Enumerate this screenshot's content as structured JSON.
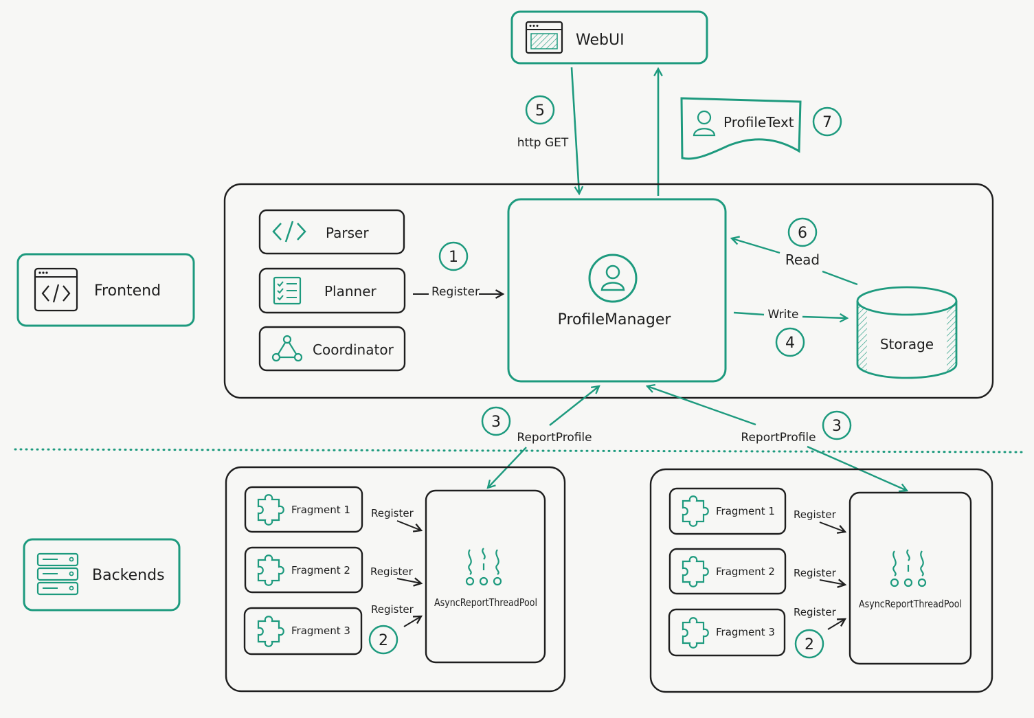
{
  "colors": {
    "accent": "#1d9a7e",
    "ink": "#1e1e1e",
    "paper": "#f7f7f5"
  },
  "webui": {
    "label": "WebUI",
    "icon": "browser-window-icon"
  },
  "profiletext": {
    "label": "ProfileText",
    "icon": "user-icon"
  },
  "frontend": {
    "label": "Frontend",
    "icon": "code-window-icon"
  },
  "backends": {
    "label": "Backends",
    "icon": "server-stack-icon"
  },
  "frontend_components": [
    {
      "label": "Parser",
      "icon": "code-brackets-icon"
    },
    {
      "label": "Planner",
      "icon": "checklist-icon"
    },
    {
      "label": "Coordinator",
      "icon": "network-triangle-icon"
    }
  ],
  "profilemanager": {
    "label": "ProfileManager",
    "icon": "user-icon"
  },
  "storage": {
    "label": "Storage",
    "icon": "database-cylinder-icon"
  },
  "steps": {
    "s1": "1",
    "s2a": "2",
    "s2b": "2",
    "s3a": "3",
    "s3b": "3",
    "s4": "4",
    "s5": "5",
    "s6": "6",
    "s7": "7"
  },
  "edge_labels": {
    "http_get": "http GET",
    "register": "Register",
    "read": "Read",
    "write": "Write",
    "report_profile": "ReportProfile"
  },
  "backend_left": {
    "fragments": [
      "Fragment 1",
      "Fragment 2",
      "Fragment 3"
    ],
    "register_labels": [
      "Register",
      "Register",
      "Register"
    ],
    "pool": "AsyncReportThreadPool"
  },
  "backend_right": {
    "fragments": [
      "Fragment 1",
      "Fragment 2",
      "Fragment 3"
    ],
    "register_labels": [
      "Register",
      "Register",
      "Register"
    ],
    "pool": "AsyncReportThreadPool"
  }
}
